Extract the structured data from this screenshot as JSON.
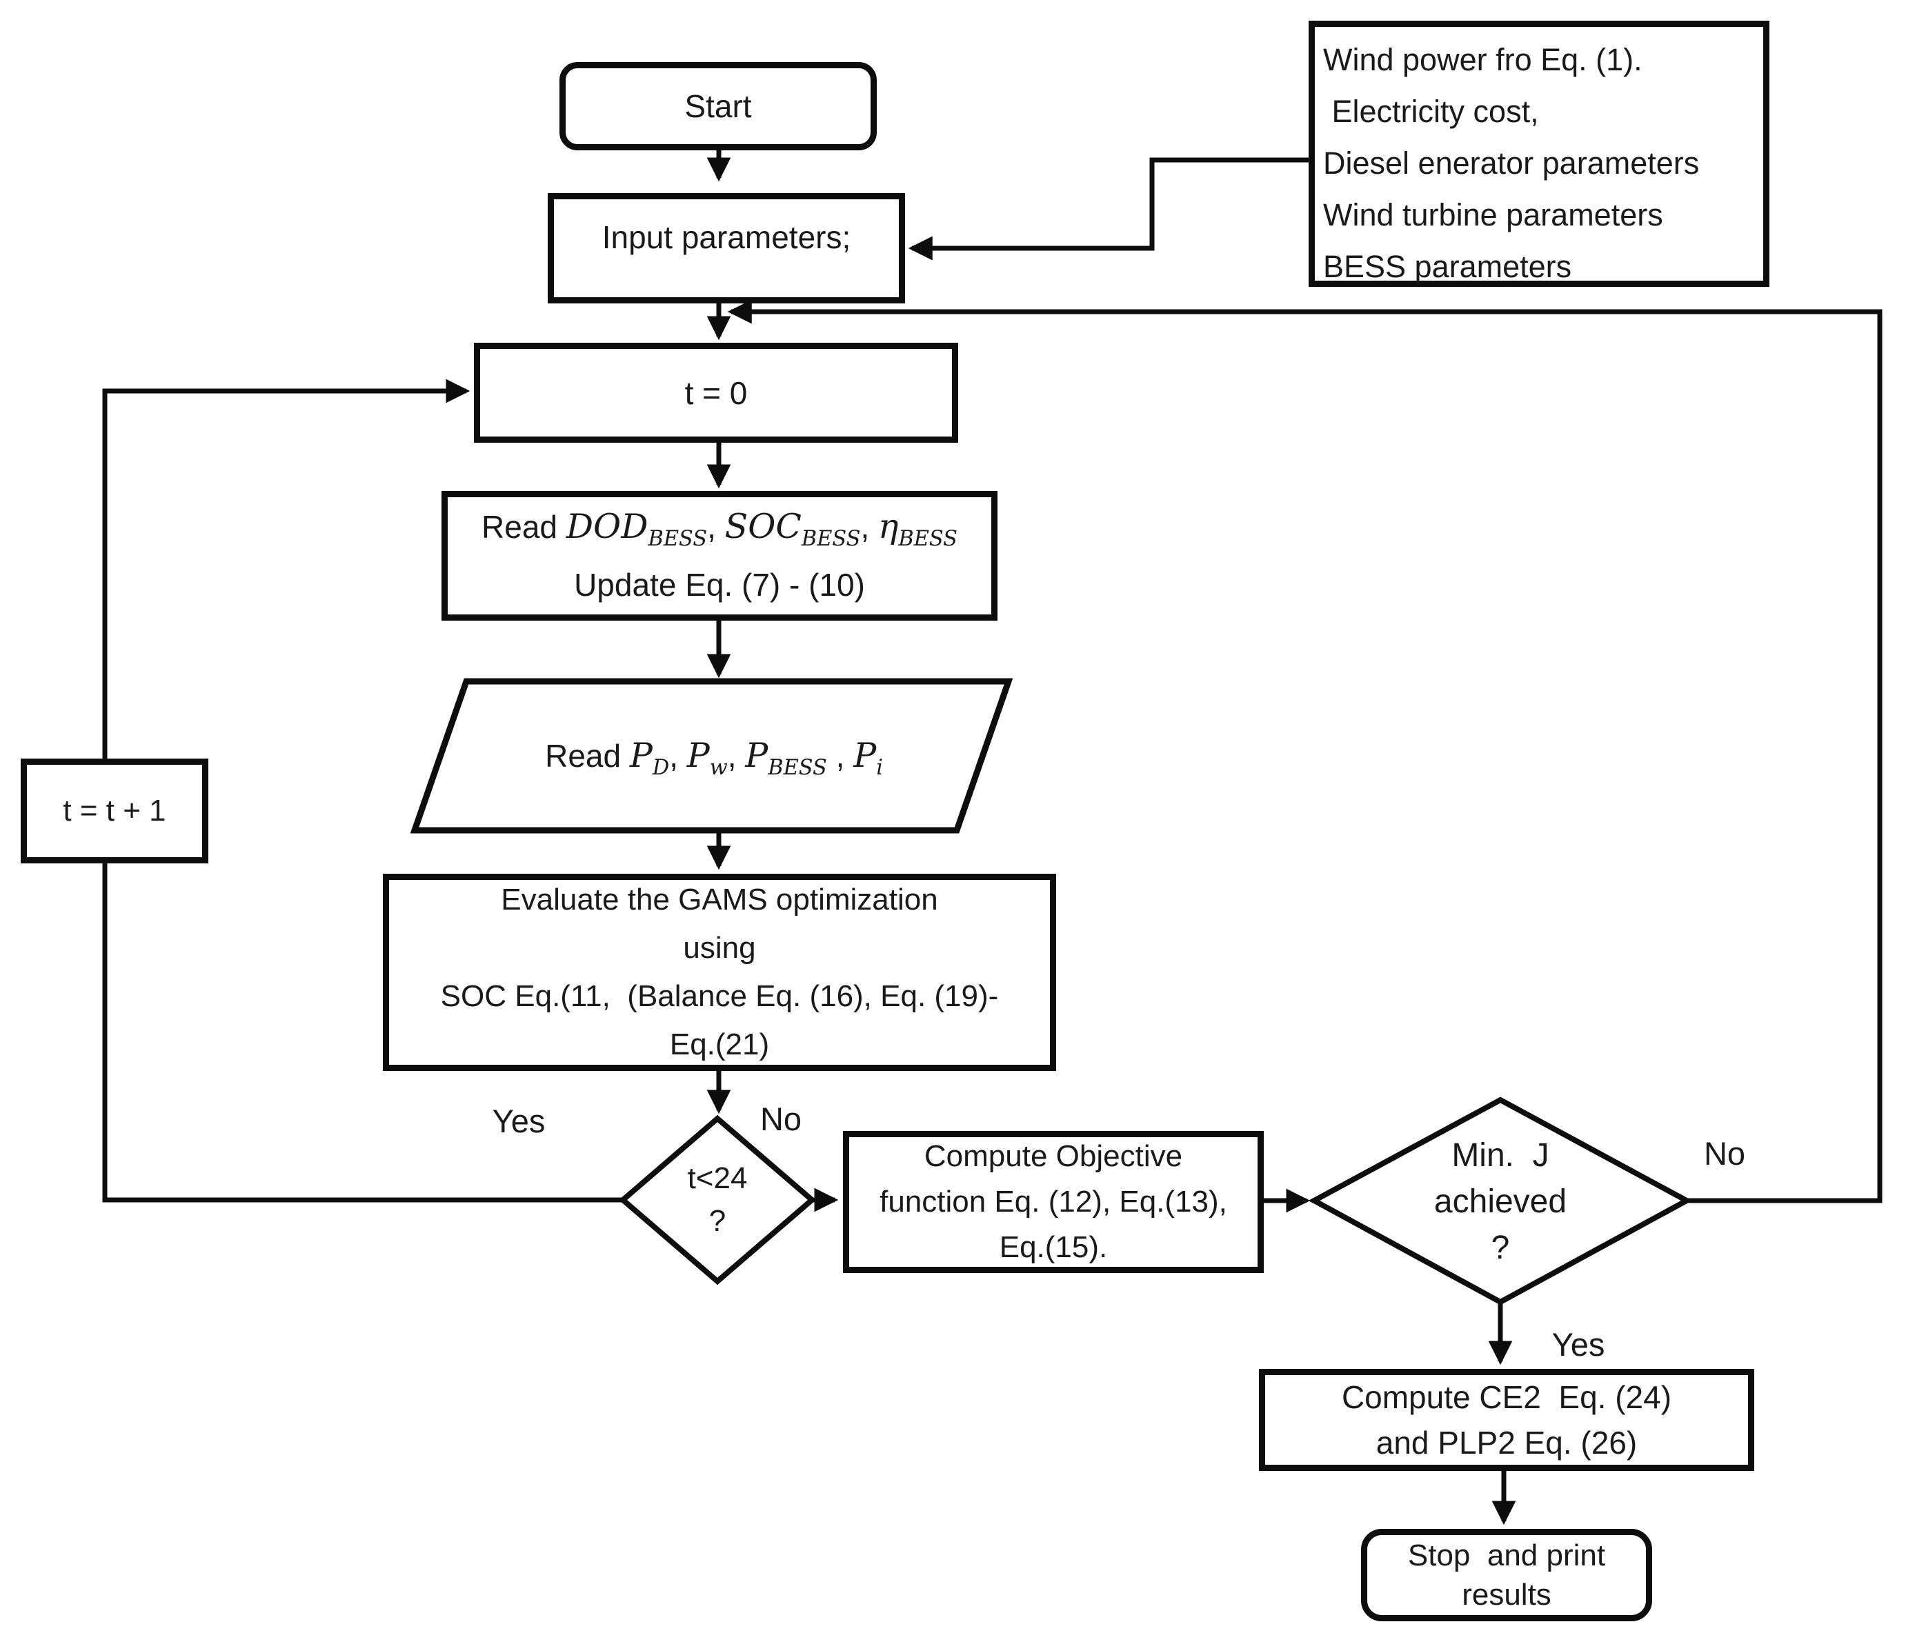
{
  "nodes": {
    "start": {
      "label": "Start"
    },
    "input": {
      "label": "Input parameters;"
    },
    "note": {
      "lines": [
        "Wind power fro Eq. (1).",
        " Electricity cost,",
        "Diesel enerator parameters",
        "Wind turbine parameters",
        "BESS parameters"
      ]
    },
    "t0": {
      "label": "t = 0"
    },
    "read_bess": {
      "prefix": "Read ",
      "terms": [
        {
          "base": "DOD",
          "sub": "BESS",
          "sep": ", "
        },
        {
          "base": "SOC",
          "sub": "BESS",
          "sep": ", "
        },
        {
          "base": "η",
          "sub": "BESS",
          "sep": ""
        }
      ],
      "line2": "Update Eq. (7) - (10)"
    },
    "read_p": {
      "prefix": "Read ",
      "terms": [
        {
          "base": "P",
          "sub": "D",
          "sep": ", "
        },
        {
          "base": "P",
          "sub": "w",
          "sep": ", "
        },
        {
          "base": "P",
          "sub": "BESS",
          "sep": " , "
        },
        {
          "base": "P",
          "sub": "i",
          "sep": ""
        }
      ]
    },
    "evaluate": {
      "lines": [
        "Evaluate the GAMS optimization",
        "using",
        "SOC Eq.(11,  (Balance Eq. (16), Eq. (19)-",
        "Eq.(21)"
      ]
    },
    "t_plus_1": {
      "label": "t = t + 1"
    },
    "decision_t24": {
      "line1": "t<24",
      "line2": "?"
    },
    "compute_objective": {
      "lines": [
        "Compute Objective",
        "function Eq. (12), Eq.(13),",
        "Eq.(15)."
      ]
    },
    "decision_minj": {
      "lines": [
        "Min.  J",
        "achieved",
        "?"
      ]
    },
    "compute_ce2": {
      "lines": [
        "Compute CE2  Eq. (24)",
        "and PLP2 Eq. (26)"
      ]
    },
    "stop": {
      "lines": [
        "Stop  and print",
        "results"
      ]
    }
  },
  "edge_labels": {
    "t24_yes": "Yes",
    "t24_no": "No",
    "minj_no": "No",
    "minj_yes": "Yes"
  },
  "colors": {
    "stroke": "#0d0d0d",
    "background": "#ffffff",
    "text": "#1a1a1a"
  }
}
